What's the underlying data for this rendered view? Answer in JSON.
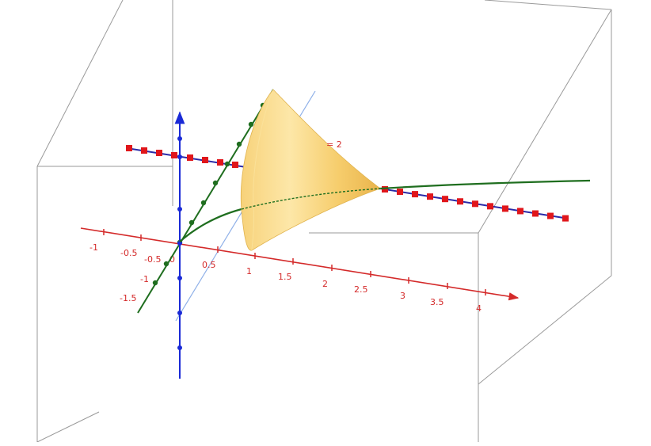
{
  "view": {
    "x_axis": {
      "ticks": [
        "-1",
        "-0.5",
        "0",
        "0.5",
        "1",
        "1.5",
        "2",
        "2.5",
        "3",
        "3.5",
        "4"
      ],
      "color": "#d42a2a"
    },
    "y_axis": {
      "ticks": [
        "-0.5",
        "-1",
        "-1.5"
      ],
      "color": "#1f6e1f"
    },
    "z_axis": {
      "color": "#1a2ad6"
    },
    "line_label": "= 2",
    "surface_color": "#f2c35a",
    "curve_color": "#1f6e1f",
    "point_color": "#e0161b",
    "aux_line_color": "#8fb0e8"
  }
}
